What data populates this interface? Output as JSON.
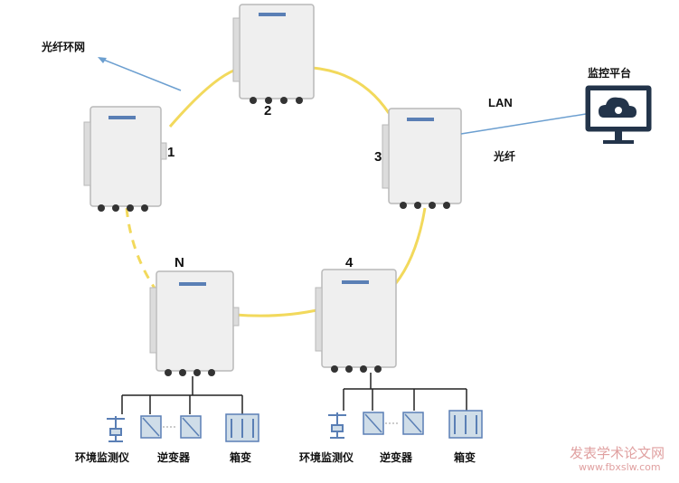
{
  "diagram": {
    "ring_label": "光纤环网",
    "nodes": [
      {
        "id": "2",
        "label": "2"
      },
      {
        "id": "1",
        "label": "1"
      },
      {
        "id": "3",
        "label": "3"
      },
      {
        "id": "N",
        "label": "N"
      },
      {
        "id": "4",
        "label": "4"
      }
    ],
    "monitor": {
      "label": "监控平台",
      "link_top": "LAN",
      "link_bottom": "光纤"
    },
    "devices_left": [
      "环境监测仪",
      "逆变器",
      "箱变"
    ],
    "devices_right": [
      "环境监测仪",
      "逆变器",
      "箱变"
    ],
    "watermark": {
      "line1": "发表学术论文网",
      "line2": "www.fbxslw.com"
    }
  },
  "colors": {
    "ring": "#f2d95c",
    "device_bg": "#efefef",
    "device_border": "#b9b9b9",
    "screen": "#23344a",
    "fiber": "#6c9fd0",
    "lines": "#222222"
  }
}
